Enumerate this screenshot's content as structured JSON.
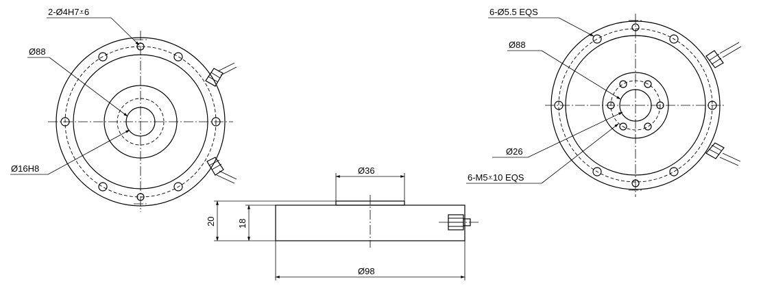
{
  "labels": {
    "left_hole": "2-Ø4H7⩡6",
    "left_dia88": "Ø88",
    "left_dia16": "Ø16H8",
    "right_holes": "6-Ø5.5 EQS",
    "right_dia88": "Ø88",
    "right_dia26": "Ø26",
    "right_thread": "6-M5⩡10 EQS",
    "side_dia36": "Ø36",
    "side_dia98": "Ø98",
    "side_h20": "20",
    "side_h18": "18"
  }
}
